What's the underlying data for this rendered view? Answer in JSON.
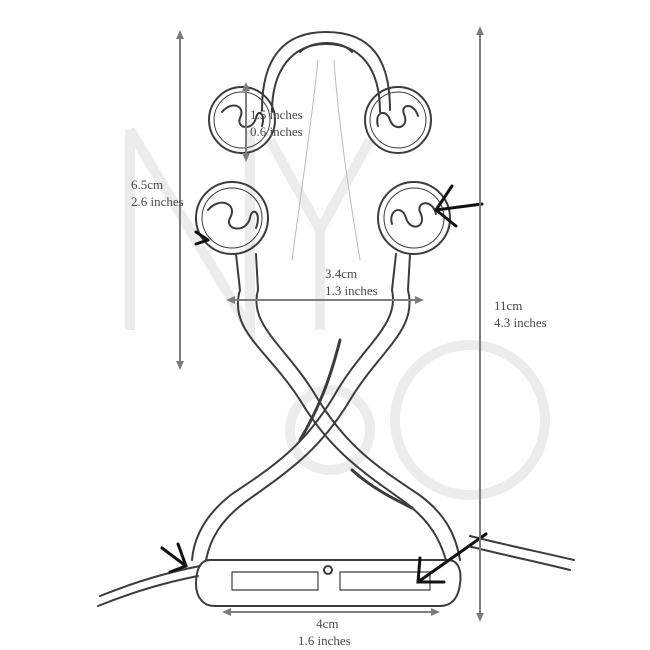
{
  "diagram": {
    "watermark_letters": "NYO",
    "colors": {
      "outline": "#3c3c3c",
      "dimension": "#7d7d7d",
      "arrow": "#111111",
      "watermark": "#eeeeee"
    }
  },
  "dimensions": {
    "ball": {
      "metric": "",
      "imperial": "1.5 inches",
      "imperial2": "0.6 inches"
    },
    "upper_height": {
      "metric": "6.5cm",
      "imperial": "2.6 inches"
    },
    "total_height": {
      "metric": "11cm",
      "imperial": "4.3 inches"
    },
    "mid_width": {
      "metric": "3.4cm",
      "imperial": "1.3 inches"
    },
    "base_width": {
      "metric": "4cm",
      "imperial": "1.6 inches"
    }
  }
}
